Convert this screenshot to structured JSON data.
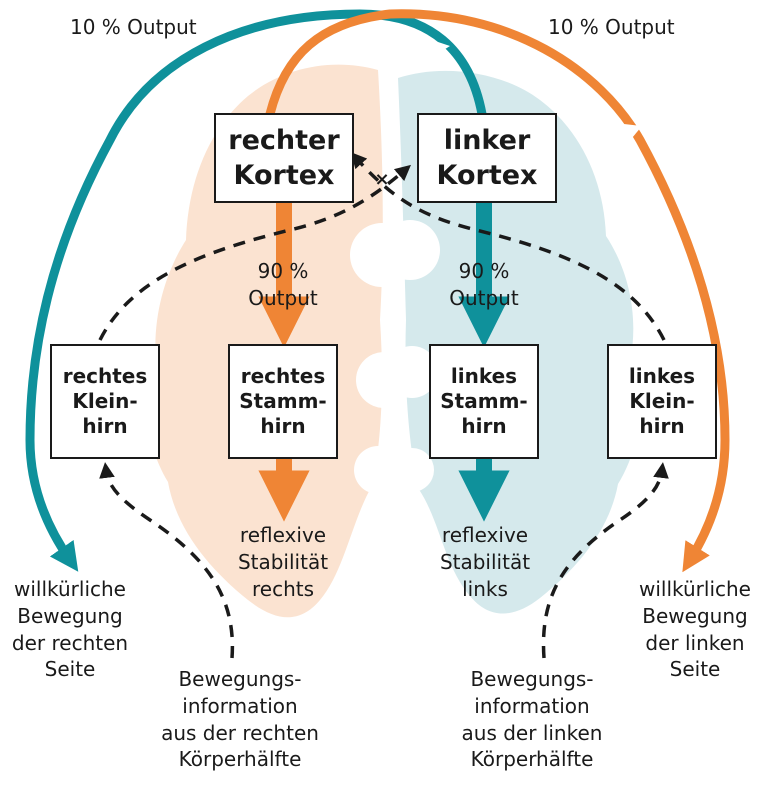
{
  "colors": {
    "orange": "#ef8535",
    "teal": "#0f919b",
    "orange_light": "#fbe3d1",
    "teal_light": "#d5e9ec"
  },
  "top_left_label": "10 % Output",
  "top_right_label": "10 % Output",
  "cortex_right": [
    "rechter",
    "Kortex"
  ],
  "cortex_left": [
    "linker",
    "Kortex"
  ],
  "output_90_left": "90 %\nOutput",
  "output_90_right": "90 %\nOutput",
  "cerebellum_right": [
    "rechtes",
    "Klein-",
    "hirn"
  ],
  "brainstem_right": [
    "rechtes",
    "Stamm-",
    "hirn"
  ],
  "brainstem_left": [
    "linkes",
    "Stamm-",
    "hirn"
  ],
  "cerebellum_left": [
    "linkes",
    "Klein-",
    "hirn"
  ],
  "reflex_right": "reflexive\nStabilität\nrechts",
  "reflex_left": "reflexive\nStabilität\nlinks",
  "voluntary_right": "willkürliche\nBewegung\nder rechten\nSeite",
  "voluntary_left": "willkürliche\nBewegung\nder linken\nSeite",
  "info_right": "Bewegungs-\ninformation\naus der rechten\nKörperhälfte",
  "info_left": "Bewegungs-\ninformation\naus der linken\nKörperhälfte",
  "cross_mark": "×"
}
